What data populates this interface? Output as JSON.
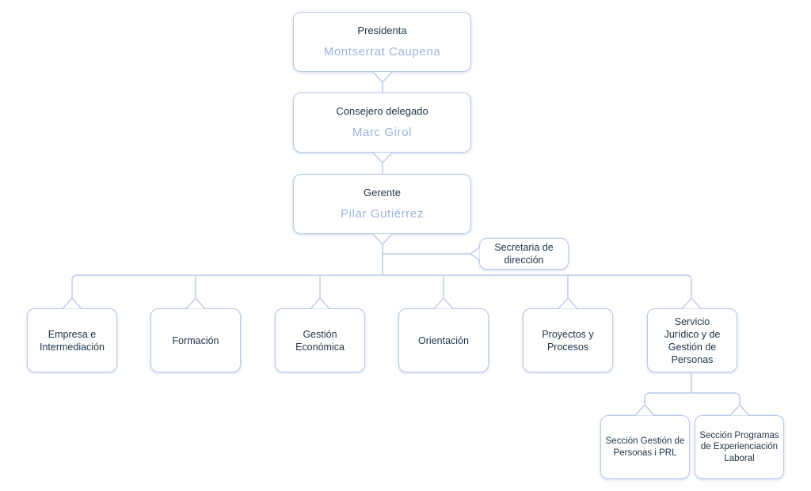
{
  "org": {
    "presidenta": {
      "role": "Presidenta",
      "person": "Montserrat Caupena"
    },
    "consejero": {
      "role": "Consejero delegado",
      "person": "Marc Girol"
    },
    "gerente": {
      "role": "Gerente",
      "person": "Pilar Gutiérrez"
    },
    "secretaria": {
      "line1": "Secretaria de",
      "line2": "dirección"
    },
    "departments": [
      {
        "line1": "Empresa e",
        "line2": "Intermediación"
      },
      {
        "line1": "Formación"
      },
      {
        "line1": "Gestión",
        "line2": "Económica"
      },
      {
        "line1": "Orientación"
      },
      {
        "line1": "Proyectos y",
        "line2": "Procesos"
      },
      {
        "line1": "Servicio",
        "line2": "Jurídico y de",
        "line3": "Gestión de",
        "line4": "Personas"
      }
    ],
    "sections": [
      {
        "line1": "Sección Gestión de",
        "line2": "Personas i PRL"
      },
      {
        "line1": "Sección Programas",
        "line2": "de Experienciación",
        "line3": "Laboral"
      }
    ]
  },
  "colors": {
    "border": "#b9c8ea",
    "text": "#1d3346",
    "person": "#9db3de"
  }
}
